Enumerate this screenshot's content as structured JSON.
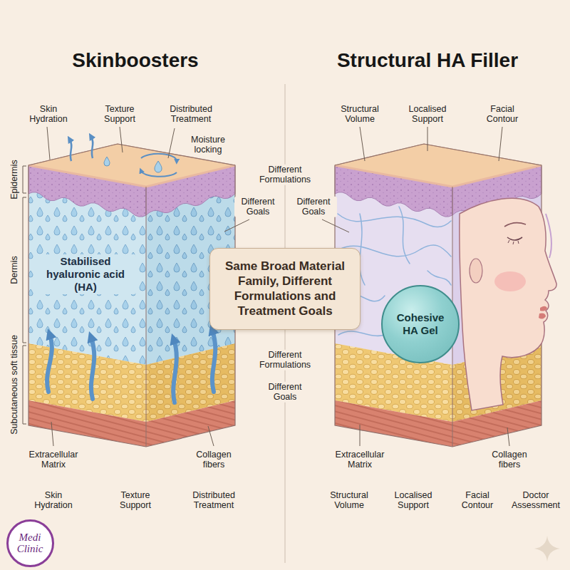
{
  "diagram": {
    "nodes": [
      {
        "text": [
          "Same Broad Material Family, Different Formulations and Treatment Goals"
        ]
      },
      {
        "text": [
          "Cohesive HA Gel"
        ]
      },
      {
        "text": [
          "Medi Clinic"
        ]
      }
    ],
    "labels": [
      "Skinboosters",
      "Structural HA Filler",
      "Skin Hydration",
      "Texture Support",
      "Distributed Treatment",
      "Structural Volume",
      "Localised Support",
      "Facial Contour",
      "Moisture locking",
      "Different Formulations",
      "Epidermis",
      "Different Goals",
      "Different Goals",
      "Dermis",
      "Stabilised hyaluronic acid (HA)",
      "Different Formulations",
      "Different Goals",
      "Subcutaneous soft tissue",
      "Extracellular Matrix",
      "Collagen fibers",
      "Extracellular Matrix",
      "Collagen fibers",
      "Skin Hydration",
      "Texture Support",
      "Distributed Treatment",
      "Structural Volume",
      "Localised Support",
      "Facial Contour",
      "Doctor Assessment"
    ]
  }
}
